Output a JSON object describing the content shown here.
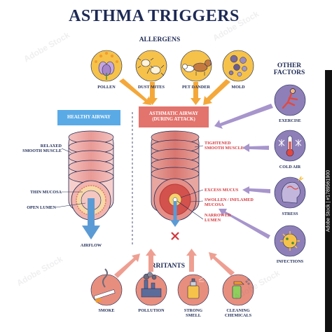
{
  "title": "ASTHMA TRIGGERS",
  "allergens": {
    "heading": "ALLERGENS",
    "items": [
      {
        "label": "POLLEN",
        "icon": "pollen-icon"
      },
      {
        "label": "DUST MITES",
        "icon": "dust-mite-icon"
      },
      {
        "label": "PET DANDER",
        "icon": "pet-dander-icon"
      },
      {
        "label": "MOLD",
        "icon": "mold-icon"
      }
    ]
  },
  "other_factors": {
    "heading": "OTHER\nFACTORS",
    "items": [
      {
        "label": "EXERCISE",
        "icon": "running-person-icon"
      },
      {
        "label": "COLD AIR",
        "icon": "thermometer-snowflake-icon"
      },
      {
        "label": "STRESS",
        "icon": "stressed-head-icon"
      },
      {
        "label": "INFECTIONS",
        "icon": "virus-icon"
      }
    ]
  },
  "irritants": {
    "heading": "IRRITANTS",
    "items": [
      {
        "label": "SMOKE",
        "icon": "cigarette-icon"
      },
      {
        "label": "POLLUTION",
        "icon": "factory-icon"
      },
      {
        "label": "STRONG\nSMELL",
        "icon": "perfume-bottle-icon"
      },
      {
        "label": "CLEANING\nCHEMICALS",
        "icon": "spray-bottle-icon"
      }
    ]
  },
  "healthy_airway": {
    "box_label": "HEALTHY AIRWAY",
    "labels": {
      "relaxed_muscle": "RELAXED\nSMOOTH MUSCLE",
      "thin_mucosa": "THIN MUCOSA",
      "open_lumen": "OPEN LUMEN",
      "airflow": "AIRFLOW"
    }
  },
  "asthmatic_airway": {
    "box_label": "ASTHMATIC AIRWAY\n(DURING ATTACK)",
    "labels": {
      "tightened_muscle": "TIGHTENED\nSMOOTH MUSCLE",
      "excess_mucus": "EXCESS MUCUS",
      "swollen_mucosa": "SWOLLEN / INFLAMED\nMUCOSA",
      "narrowed_lumen": "NARROWED\nLUMEN"
    }
  },
  "colors": {
    "navy": "#1e2a55",
    "red": "#d2353c",
    "orange_circle": "#f6c24a",
    "purple_circle": "#8f7fb8",
    "salmon_circle": "#e88e7e",
    "healthy_box": "#5aaae6",
    "asthma_box": "#e2736d",
    "arrow_blue": "#5b9bd5"
  },
  "stock": {
    "side_text": "Adobe Stock | #1789561900",
    "watermark": "Adobe Stock"
  }
}
